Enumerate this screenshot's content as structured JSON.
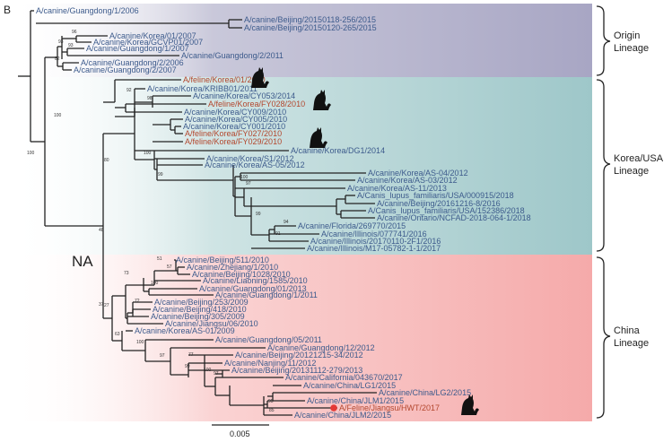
{
  "panel_label": "B",
  "segment_label": "NA",
  "scale_label": "0.005",
  "lineages": [
    {
      "line1": "Origin",
      "line2": "Lineage"
    },
    {
      "line1": "Korea/USA",
      "line2": "Lineage"
    },
    {
      "line1": "China",
      "line2": "Lineage"
    }
  ],
  "colors": {
    "canine": "#3d5b8c",
    "feline": "#b3472e",
    "origin_band": "#a8a6c4",
    "korea_band": "#9ec7c9",
    "china_band": "#f5aaaa",
    "highlight_dot": "#e53935"
  },
  "taxa": [
    {
      "label": "A/canine/Guangdong/1/2006",
      "host": "canine"
    },
    {
      "label": "A/canine/Beijing/20150118-256/2015",
      "host": "canine"
    },
    {
      "label": "A/canine/Beijing/20150120-265/2015",
      "host": "canine"
    },
    {
      "label": "A/canine/Korea/01/2007",
      "host": "canine"
    },
    {
      "label": "A/canine/Korea/GCVP01/2007",
      "host": "canine"
    },
    {
      "label": "A/canine/Guangdong/1/2007",
      "host": "canine"
    },
    {
      "label": "A/canine/Guangdong/2/2011",
      "host": "canine"
    },
    {
      "label": "A/canine/Guangdong/2/2006",
      "host": "canine"
    },
    {
      "label": "A/canine/Guangdong/2/2007",
      "host": "canine"
    },
    {
      "label": "A/feline/Korea/01/2010",
      "host": "feline"
    },
    {
      "label": "A/canine/Korea/KRIBB01/2011",
      "host": "canine"
    },
    {
      "label": "A/canine/Korea/CY053/2014",
      "host": "canine"
    },
    {
      "label": "A/feline/Korea/FY028/2010",
      "host": "feline"
    },
    {
      "label": "A/canine/Korea/CY009/2010",
      "host": "canine"
    },
    {
      "label": "A/canine/Korea/CY005/2010",
      "host": "canine"
    },
    {
      "label": "A/canine/Korea/CY001/2010",
      "host": "canine"
    },
    {
      "label": "A/feline/Korea/FY027/2010",
      "host": "feline"
    },
    {
      "label": "A/feline/Korea/FY029/2010",
      "host": "feline"
    },
    {
      "label": "A/canine/Korea/DG1/2014",
      "host": "canine"
    },
    {
      "label": "A/canine/Korea/S1/2012",
      "host": "canine"
    },
    {
      "label": "A/canine/Korea/AS-05/2012",
      "host": "canine"
    },
    {
      "label": "A/canine/Korea/AS-04/2012",
      "host": "canine"
    },
    {
      "label": "A/canine/Korea/AS-03/2012",
      "host": "canine"
    },
    {
      "label": "A/canine/Korea/AS-11/2013",
      "host": "canine"
    },
    {
      "label": "A/Canis_lupus_familiaris/USA/000915/2018",
      "host": "canine"
    },
    {
      "label": "A/canine/Beijing/20161216-8/2016",
      "host": "canine"
    },
    {
      "label": "A/Canis_lupus_familiaris/USA/152386/2018",
      "host": "canine"
    },
    {
      "label": "A/canine/Ontario/NCFAD-2018-064-1/2018",
      "host": "canine"
    },
    {
      "label": "A/canine/Florida/269770/2015",
      "host": "canine"
    },
    {
      "label": "A/canine/Illinois/077741/2016",
      "host": "canine"
    },
    {
      "label": "A/canine/Illinois/20170110-2F1/2016",
      "host": "canine"
    },
    {
      "label": "A/canine/Illinois/M17-05782-1-1/2017",
      "host": "canine"
    },
    {
      "label": "A/canine/Beijing/511/2010",
      "host": "canine"
    },
    {
      "label": "A/canine/Zhejiang/1/2010",
      "host": "canine"
    },
    {
      "label": "A/canine/Beijing/1028/2010",
      "host": "canine"
    },
    {
      "label": "A/canine/Liaoning/1585/2010",
      "host": "canine"
    },
    {
      "label": "A/canine/Guangdong/01/2013",
      "host": "canine"
    },
    {
      "label": "A/canine/Guangdong/1/2011",
      "host": "canine"
    },
    {
      "label": "A/canine/Beijing/253/2009",
      "host": "canine"
    },
    {
      "label": "A/canine/Beijing/418/2010",
      "host": "canine"
    },
    {
      "label": "A/canine/Beijing/305/2009",
      "host": "canine"
    },
    {
      "label": "A/canine/Jiangsu/06/2010",
      "host": "canine"
    },
    {
      "label": "A/canine/Korea/AS-01/2009",
      "host": "canine"
    },
    {
      "label": "A/canine/Guangdong/05/2011",
      "host": "canine"
    },
    {
      "label": "A/canine/Guangdong/12/2012",
      "host": "canine"
    },
    {
      "label": "A/canine/Beijing/20121215-34/2012",
      "host": "canine"
    },
    {
      "label": "A/canine/Nanjing/11/2012",
      "host": "canine"
    },
    {
      "label": "A/canine/Beijing/20131112-279/2013",
      "host": "canine"
    },
    {
      "label": "A/canine/California/043670/2017",
      "host": "canine"
    },
    {
      "label": "A/canine/China/LG1/2015",
      "host": "canine"
    },
    {
      "label": "A/canine/China/LG2/2015",
      "host": "canine"
    },
    {
      "label": "A/canine/China/JLM1/2015",
      "host": "canine"
    },
    {
      "label": "A/Feline/Jiangsu/HWT/2017",
      "host": "feline"
    },
    {
      "label": "A/canine/China/JLM2/2015",
      "host": "canine"
    }
  ],
  "supports": [
    "100",
    "96",
    "93",
    "93",
    "82",
    "100",
    "92",
    "98",
    "100",
    "80",
    "100",
    "97",
    "99",
    "100",
    "99",
    "94",
    "91",
    "48",
    "37",
    "51",
    "57",
    "100",
    "73",
    "27",
    "72",
    "63",
    "100",
    "97",
    "99",
    "77",
    "96",
    "100",
    "97",
    "99",
    "95",
    "85"
  ]
}
